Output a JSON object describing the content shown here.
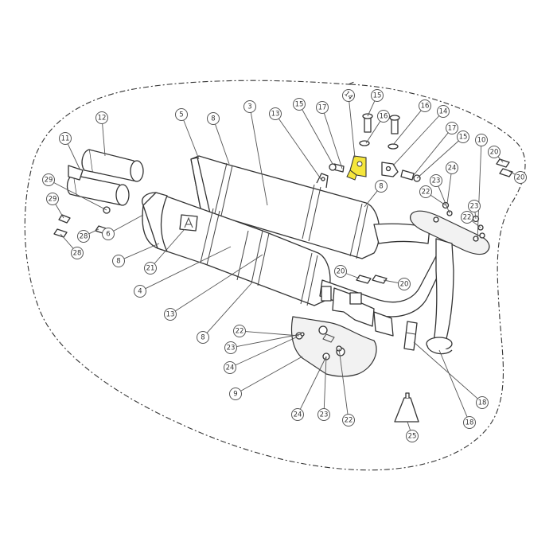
{
  "highlight_color": "#f5e63c",
  "highlighted_part": "14",
  "callouts": [
    {
      "id": "c-14-highlight",
      "label": "14",
      "highlighted": true
    },
    {
      "id": "c-15-a",
      "label": "15"
    },
    {
      "id": "c-15-b",
      "label": "15"
    },
    {
      "id": "c-16-a",
      "label": "16"
    },
    {
      "id": "c-16-b",
      "label": "16"
    },
    {
      "id": "c-17-a",
      "label": "17"
    },
    {
      "id": "c-17-b",
      "label": "17"
    },
    {
      "id": "c-14-b",
      "label": "14"
    },
    {
      "id": "c-15-c",
      "label": "15"
    },
    {
      "id": "c-12",
      "label": "12"
    },
    {
      "id": "c-5",
      "label": "5"
    },
    {
      "id": "c-8-a",
      "label": "8"
    },
    {
      "id": "c-3",
      "label": "3"
    },
    {
      "id": "c-13-a",
      "label": "13"
    },
    {
      "id": "c-10",
      "label": "10"
    },
    {
      "id": "c-20-a",
      "label": "20"
    },
    {
      "id": "c-20-b",
      "label": "20"
    },
    {
      "id": "c-11",
      "label": "11"
    },
    {
      "id": "c-24-a",
      "label": "24"
    },
    {
      "id": "c-22-a",
      "label": "22"
    },
    {
      "id": "c-23-a",
      "label": "23"
    },
    {
      "id": "c-22-b",
      "label": "22"
    },
    {
      "id": "c-23-b",
      "label": "23"
    },
    {
      "id": "c-29-a",
      "label": "29"
    },
    {
      "id": "c-29-b",
      "label": "29"
    },
    {
      "id": "c-8-b",
      "label": "8"
    },
    {
      "id": "c-28-a",
      "label": "28"
    },
    {
      "id": "c-6",
      "label": "6"
    },
    {
      "id": "c-28-b",
      "label": "28"
    },
    {
      "id": "c-8-c",
      "label": "8"
    },
    {
      "id": "c-21",
      "label": "21"
    },
    {
      "id": "c-20-c",
      "label": "20"
    },
    {
      "id": "c-20-d",
      "label": "20"
    },
    {
      "id": "c-4",
      "label": "4"
    },
    {
      "id": "c-13-b",
      "label": "13"
    },
    {
      "id": "c-8-d",
      "label": "8"
    },
    {
      "id": "c-22-c",
      "label": "22"
    },
    {
      "id": "c-23-c",
      "label": "23"
    },
    {
      "id": "c-24-b",
      "label": "24"
    },
    {
      "id": "c-9",
      "label": "9"
    },
    {
      "id": "c-24-c",
      "label": "24"
    },
    {
      "id": "c-23-d",
      "label": "23"
    },
    {
      "id": "c-22-d",
      "label": "22"
    },
    {
      "id": "c-18-a",
      "label": "18"
    },
    {
      "id": "c-18-b",
      "label": "18"
    },
    {
      "id": "c-25",
      "label": "25"
    }
  ]
}
